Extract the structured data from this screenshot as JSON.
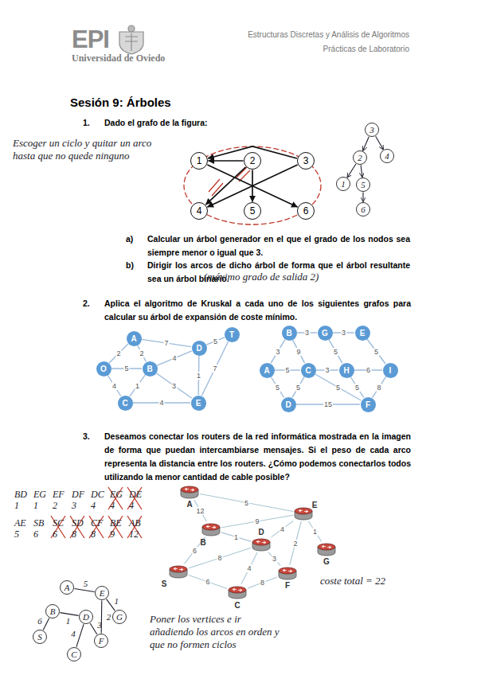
{
  "diagram": {
    "title": "Sesión 9: Árboles",
    "nodes": [
      {
        "text": [
          "1"
        ]
      },
      {
        "text": [
          "2"
        ]
      },
      {
        "text": [
          "3"
        ]
      },
      {
        "text": [
          "4"
        ]
      },
      {
        "text": [
          "5"
        ]
      },
      {
        "text": [
          "6"
        ]
      },
      {
        "text": [
          "3"
        ]
      },
      {
        "text": [
          "4"
        ]
      },
      {
        "text": [
          "2"
        ]
      },
      {
        "text": [
          "1"
        ]
      },
      {
        "text": [
          "5"
        ]
      },
      {
        "text": [
          "6"
        ]
      },
      {
        "text": [
          "A"
        ]
      },
      {
        "text": [
          "D"
        ]
      },
      {
        "text": [
          "T"
        ]
      },
      {
        "text": [
          "O"
        ]
      },
      {
        "text": [
          "B"
        ]
      },
      {
        "text": [
          "C"
        ]
      },
      {
        "text": [
          "E"
        ]
      },
      {
        "text": [
          "B"
        ]
      },
      {
        "text": [
          "G"
        ]
      },
      {
        "text": [
          "E"
        ]
      },
      {
        "text": [
          "A"
        ]
      },
      {
        "text": [
          "C"
        ]
      },
      {
        "text": [
          "H"
        ]
      },
      {
        "text": [
          "I"
        ]
      },
      {
        "text": [
          "D"
        ]
      },
      {
        "text": [
          "F"
        ]
      },
      {
        "text": [
          "A"
        ]
      },
      {
        "text": [
          "E"
        ]
      },
      {
        "text": [
          "B"
        ]
      },
      {
        "text": [
          "D"
        ]
      },
      {
        "text": [
          "G"
        ]
      },
      {
        "text": [
          "S"
        ]
      },
      {
        "text": [
          "F"
        ]
      },
      {
        "text": [
          "C"
        ]
      },
      {
        "text": [
          "A"
        ]
      },
      {
        "text": [
          "E"
        ]
      },
      {
        "text": [
          "B"
        ]
      },
      {
        "text": [
          "G"
        ]
      },
      {
        "text": [
          "S"
        ]
      },
      {
        "text": [
          "D"
        ]
      },
      {
        "text": [
          "F"
        ]
      },
      {
        "text": [
          "C"
        ]
      }
    ],
    "edges": [
      {
        "from": 1,
        "to": 0,
        "arrow": "to"
      },
      {
        "from": 2,
        "to": 0,
        "arrow": "to"
      },
      {
        "from": 1,
        "to": 3,
        "arrow": "to"
      },
      {
        "from": 1,
        "to": 4,
        "arrow": "to"
      },
      {
        "from": 0,
        "to": 5,
        "arrow": "to"
      },
      {
        "from": 2,
        "to": 3,
        "arrow": "to"
      },
      {
        "from": 6,
        "to": 8,
        "arrow": "to"
      },
      {
        "from": 6,
        "to": 7,
        "arrow": "to"
      },
      {
        "from": 8,
        "to": 9,
        "arrow": "to"
      },
      {
        "from": 8,
        "to": 10,
        "arrow": "to"
      },
      {
        "from": 10,
        "to": 11,
        "arrow": "to"
      },
      {
        "from": 12,
        "to": 15,
        "label": "2",
        "arrow": "none"
      },
      {
        "from": 12,
        "to": 16,
        "label": "2",
        "arrow": "none"
      },
      {
        "from": 12,
        "to": 13,
        "label": "7",
        "arrow": "none"
      },
      {
        "from": 13,
        "to": 14,
        "label": "5",
        "arrow": "none"
      },
      {
        "from": 13,
        "to": 16,
        "label": "4",
        "arrow": "none"
      },
      {
        "from": 13,
        "to": 18,
        "label": "1",
        "arrow": "none"
      },
      {
        "from": 14,
        "to": 18,
        "label": "7",
        "arrow": "none"
      },
      {
        "from": 15,
        "to": 16,
        "label": "5",
        "arrow": "none"
      },
      {
        "from": 15,
        "to": 17,
        "label": "4",
        "arrow": "none"
      },
      {
        "from": 16,
        "to": 17,
        "label": "1",
        "arrow": "none"
      },
      {
        "from": 16,
        "to": 18,
        "label": "3",
        "arrow": "none"
      },
      {
        "from": 17,
        "to": 18,
        "label": "4",
        "arrow": "none"
      },
      {
        "from": 19,
        "to": 20,
        "label": "3",
        "arrow": "none"
      },
      {
        "from": 20,
        "to": 21,
        "label": "3",
        "arrow": "none"
      },
      {
        "from": 21,
        "to": 25,
        "label": "5",
        "arrow": "none"
      },
      {
        "from": 19,
        "to": 22,
        "label": "3",
        "arrow": "none"
      },
      {
        "from": 19,
        "to": 23,
        "label": "9",
        "arrow": "none"
      },
      {
        "from": 20,
        "to": 24,
        "label": "5",
        "arrow": "none"
      },
      {
        "from": 22,
        "to": 23,
        "label": "5",
        "arrow": "none"
      },
      {
        "from": 23,
        "to": 24,
        "label": "3",
        "arrow": "none"
      },
      {
        "from": 24,
        "to": 25,
        "label": "6",
        "arrow": "none"
      },
      {
        "from": 22,
        "to": 26,
        "label": "5",
        "arrow": "none"
      },
      {
        "from": 23,
        "to": 26,
        "label": "5",
        "arrow": "none"
      },
      {
        "from": 23,
        "to": 27,
        "label": "5",
        "arrow": "none"
      },
      {
        "from": 24,
        "to": 27,
        "label": "5",
        "arrow": "none"
      },
      {
        "from": 26,
        "to": 27,
        "label": "15",
        "arrow": "none"
      },
      {
        "from": 25,
        "to": 27,
        "label": "8",
        "arrow": "none"
      },
      {
        "from": 30,
        "to": 31,
        "label": "1",
        "arrow": "none"
      },
      {
        "from": 29,
        "to": 32,
        "label": "1",
        "arrow": "none"
      },
      {
        "from": 29,
        "to": 34,
        "label": "2",
        "arrow": "none"
      },
      {
        "from": 31,
        "to": 34,
        "label": "3",
        "arrow": "none"
      },
      {
        "from": 31,
        "to": 35,
        "label": "4",
        "arrow": "none"
      },
      {
        "from": 29,
        "to": 31,
        "label": "4",
        "arrow": "none"
      },
      {
        "from": 28,
        "to": 29,
        "label": "5",
        "arrow": "none"
      },
      {
        "from": 33,
        "to": 30,
        "label": "6",
        "arrow": "none"
      },
      {
        "from": 33,
        "to": 35,
        "label": "6",
        "arrow": "none"
      },
      {
        "from": 33,
        "to": 31,
        "label": "8",
        "arrow": "none"
      },
      {
        "from": 35,
        "to": 34,
        "label": "8",
        "arrow": "none"
      },
      {
        "from": 30,
        "to": 29,
        "label": "9",
        "arrow": "none"
      },
      {
        "from": 28,
        "to": 30,
        "label": "12",
        "arrow": "none"
      },
      {
        "from": 36,
        "to": 37,
        "label": "5",
        "arrow": "none"
      },
      {
        "from": 37,
        "to": 39,
        "label": "1",
        "arrow": "none"
      },
      {
        "from": 37,
        "to": 42,
        "label": "2",
        "arrow": "none"
      },
      {
        "from": 38,
        "to": 40,
        "label": "6",
        "arrow": "none"
      },
      {
        "from": 38,
        "to": 41,
        "label": "1",
        "arrow": "none"
      },
      {
        "from": 41,
        "to": 43,
        "label": "4",
        "arrow": "none"
      },
      {
        "from": 41,
        "to": 42,
        "label": "3",
        "arrow": "none"
      }
    ],
    "labels": [
      "Estructuras Discretas y Análisis de Algoritmos",
      "Prácticas de Laboratorio",
      "EPI",
      "Universidad de Oviedo",
      "1.",
      "Dado el grafo de la figura:",
      "Escoger un ciclo y quitar un arco hasta que no quede ninguno",
      "a)",
      "Calcular un árbol generador en el que el grado de los nodos sea siempre menor o igual que 3.",
      "b)",
      "Dirigir los arcos de dicho árbol de forma que el árbol resultante sea un árbol binario.",
      "(máximo grado de salida 2)",
      "2.",
      "Aplica el algoritmo de Kruskal a cada uno de los siguientes grafos para calcular su árbol de expansión de coste mínimo.",
      "3.",
      "Deseamos conectar los routers de la red informática mostrada en la imagen de forma que puedan intercambiarse mensajes. Si el peso de cada arco representa la distancia entre los routers. ¿Cómo podemos conectarlos todos utilizando la menor cantidad de cable posible?",
      "BD",
      "EG",
      "EF",
      "DF",
      "DC",
      "EG",
      "DE",
      "1",
      "1",
      "2",
      "3",
      "4",
      "4",
      "4",
      "AE",
      "SB",
      "SC",
      "SD",
      "CF",
      "BE",
      "AB",
      "5",
      "6",
      "6",
      "8",
      "8",
      "9",
      "12",
      "Poner los vertices e ir añadiendo los arcos en orden y que no formen ciclos",
      "coste total = 22"
    ]
  }
}
